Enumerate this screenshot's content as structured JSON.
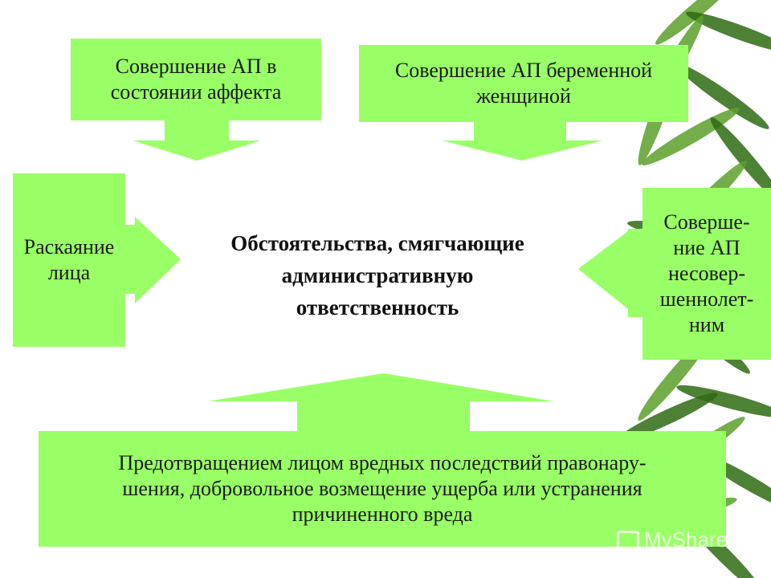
{
  "diagram": {
    "center_text": "Обстоятельства, смягчающие\nадминистративную\nответственность",
    "top_left": "Совершение АП в\nсостоянии аффекта",
    "top_right": "Совершение АП беременной\nженщиной",
    "left": "Раскаяние\nлица",
    "right": "Соверше-\nние АП\nнесовер-\nшеннолет-\nним",
    "bottom": "Предотвращением лицом вредных последствий правонару-\nшения, добровольное возмещение ущерба или устранения\nпричиненного вреда"
  },
  "colors": {
    "box_fill": "#99ff66",
    "leaf_dark": "#2e6b12",
    "leaf_light": "#5aa02a"
  },
  "watermark": {
    "text": "MyShared",
    "icon": "myshared-logo-icon"
  }
}
